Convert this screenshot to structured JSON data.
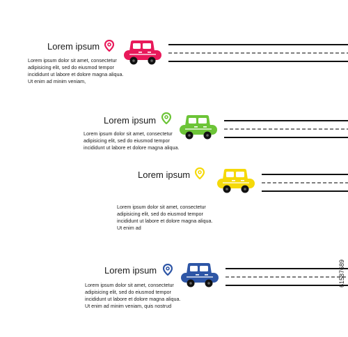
{
  "steps": [
    {
      "title": "Lorem ipsum",
      "body": [
        "Lorem ipsum dolor sit amet, consectetur",
        "adipisicing elit, sed do eiusmod tempor",
        "incididunt ut labore et dolore magna aliqua.",
        "Ut enim ad minim veniam,"
      ],
      "color": "#e8195a",
      "icons": [
        "location-pin-icon",
        "car-icon"
      ]
    },
    {
      "title": "Lorem ipsum",
      "body": [
        "Lorem ipsum dolor sit amet, consectetur",
        "adipisicing elit, sed do eiusmod tempor",
        "incididunt ut labore et dolore magna aliqua."
      ],
      "color": "#6cc437",
      "icons": [
        "location-pin-icon",
        "car-icon"
      ]
    },
    {
      "title": "Lorem ipsum",
      "body": [
        "Lorem ipsum dolor sit amet, consectetur",
        "adipisicing elit, sed do eiusmod tempor",
        "incididunt ut labore et dolore magna aliqua.",
        "Ut enim ad"
      ],
      "color": "#f5d90a",
      "icons": [
        "location-pin-icon",
        "car-icon"
      ]
    },
    {
      "title": "Lorem ipsum",
      "body": [
        "Lorem ipsum dolor sit amet, consectetur",
        "adipisicing elit, sed do eiusmod tempor",
        "incididunt ut labore et dolore magna aliqua.",
        "Ut enim ad minim veniam, quis nostrud"
      ],
      "color": "#2e56a6",
      "icons": [
        "location-pin-icon",
        "car-icon"
      ]
    }
  ],
  "watermark": "61587689"
}
